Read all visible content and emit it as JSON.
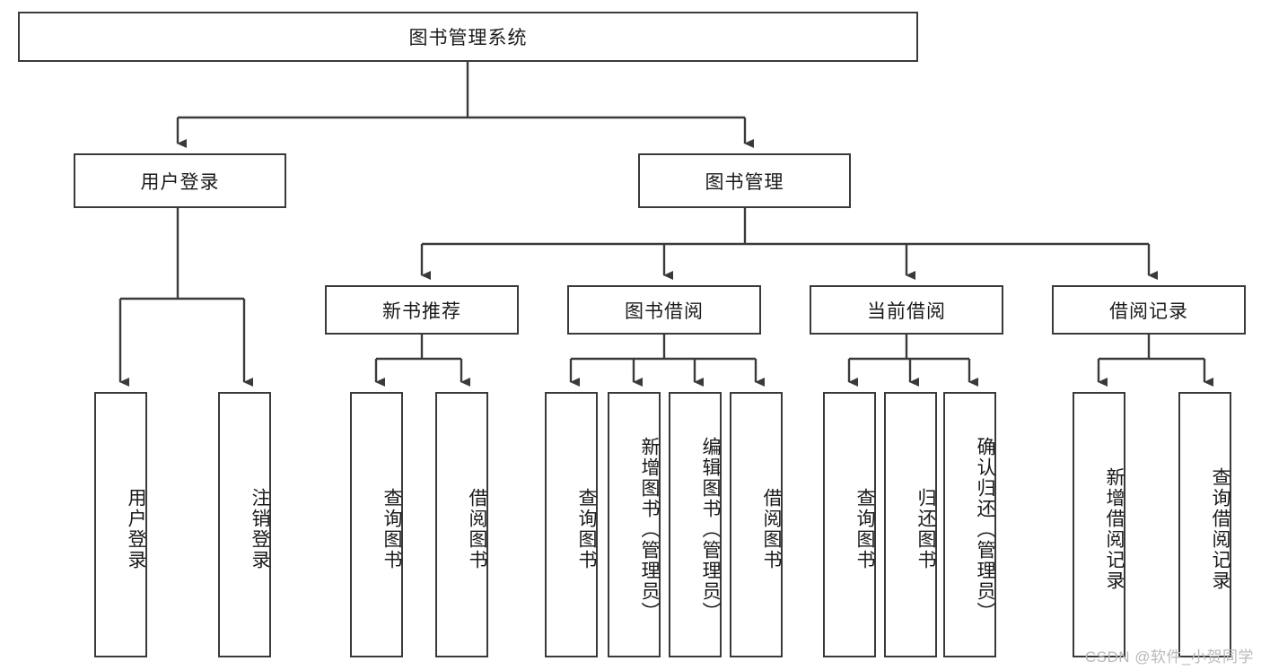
{
  "diagram": {
    "title": "图书管理系统",
    "type": "tree-hierarchy-diagram",
    "root": {
      "label": "图书管理系统"
    },
    "level2": [
      {
        "label": "用户登录"
      },
      {
        "label": "图书管理"
      }
    ],
    "level3": [
      {
        "label": "新书推荐"
      },
      {
        "label": "图书借阅"
      },
      {
        "label": "当前借阅"
      },
      {
        "label": "借阅记录"
      }
    ],
    "leaves": {
      "user_login": [
        {
          "label": "用户登录"
        },
        {
          "label": "注销登录"
        }
      ],
      "new_book": [
        {
          "label": "查询图书"
        },
        {
          "label": "借阅图书"
        }
      ],
      "book_borrow": [
        {
          "label": "查询图书"
        },
        {
          "label": "新增图书（管理员）"
        },
        {
          "label": "编辑图书（管理员）"
        },
        {
          "label": "借阅图书"
        }
      ],
      "current_borrow": [
        {
          "label": "查询图书"
        },
        {
          "label": "归还图书"
        },
        {
          "label": "确认归还（管理员）"
        }
      ],
      "borrow_record": [
        {
          "label": "新增借阅记录"
        },
        {
          "label": "查询借阅记录"
        }
      ]
    }
  },
  "watermark": {
    "text": "CSDN @软件_小贺同学"
  },
  "colors": {
    "border": "#3a3a3a",
    "text": "#1a1a1a",
    "background": "#ffffff",
    "watermark": "#b9b9b9"
  }
}
